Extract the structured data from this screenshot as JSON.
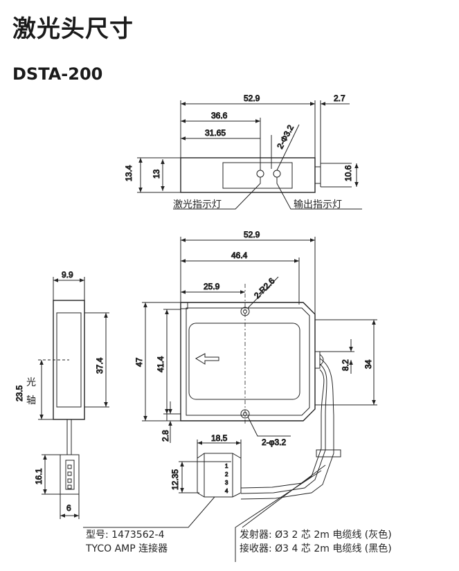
{
  "title": "激光头尺寸",
  "model": "DSTA-200",
  "top_view": {
    "dim_overall": "52.9",
    "dim_cable": "2.7",
    "dim_366": "36.6",
    "dim_3165": "31.65",
    "dim_holes": "2-Φ3.2",
    "dim_h134": "13.4",
    "dim_h13": "13",
    "dim_cable_h": "10.6",
    "label_laser_led": "激光指示灯",
    "label_output_led": "输出指示灯"
  },
  "side_view": {
    "dim_width": "9.9",
    "dim_height": "37.4",
    "dim_axis": "23.5",
    "axis_label_1": "光",
    "axis_label_2": "轴",
    "dim_conn_h": "16.1",
    "dim_conn_w": "6"
  },
  "front_view": {
    "dim_overall": "52.9",
    "dim_464": "46.4",
    "dim_259": "25.9",
    "dim_radius": "2-R2.6",
    "dim_47": "47",
    "dim_414": "41.4",
    "dim_28": "2.8",
    "dim_holes": "2-φ3.2",
    "dim_34": "34",
    "dim_82": "8.2",
    "dim_185": "18.5",
    "dim_1235": "12.35",
    "pins": [
      "1",
      "2",
      "3",
      "4"
    ]
  },
  "footnotes": {
    "connector_model": "型号: 1473562-4",
    "connector_brand": "TYCO AMP 连接器",
    "transmitter": "发射器: Ø3 2 芯 2m 电缆线 (灰色)",
    "receiver": "接收器: Ø3 4 芯 2m 电缆线 (黑色)"
  }
}
